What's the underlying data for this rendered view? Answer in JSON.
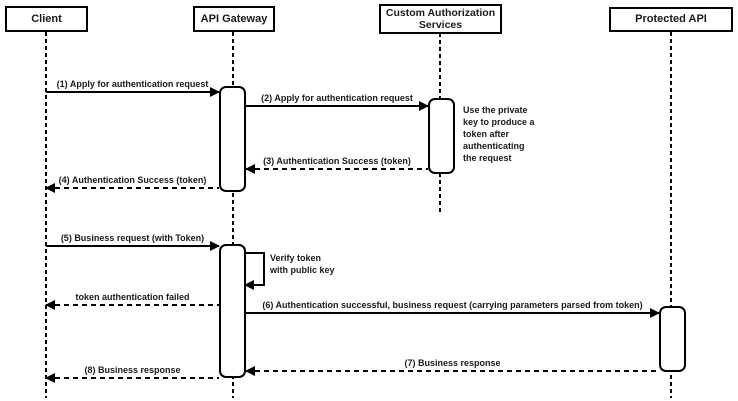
{
  "actors": [
    {
      "label": "Client"
    },
    {
      "label": "API Gateway"
    },
    {
      "label": "Custom Authorization Services"
    },
    {
      "label": "Protected API"
    }
  ],
  "messages": [
    {
      "label": "(1) Apply for authentication request",
      "from": "Client",
      "to": "API Gateway",
      "line": "solid",
      "direction": "right"
    },
    {
      "label": "(2) Apply for authentication request",
      "from": "API Gateway",
      "to": "Custom Authorization Services",
      "line": "solid",
      "direction": "right"
    },
    {
      "label": "(3) Authentication Success (token)",
      "from": "Custom Authorization Services",
      "to": "API Gateway",
      "line": "dashed",
      "direction": "left"
    },
    {
      "label": "(4) Authentication Success (token)",
      "from": "API Gateway",
      "to": "Client",
      "line": "dashed",
      "direction": "left"
    },
    {
      "label": "(5) Business request (with Token)",
      "from": "Client",
      "to": "API Gateway",
      "line": "solid",
      "direction": "right"
    },
    {
      "label": "token authentication failed",
      "from": "API Gateway",
      "to": "Client",
      "line": "dashed",
      "direction": "left"
    },
    {
      "label": "(6) Authentication successful, business request (carrying parameters parsed from token)",
      "from": "API Gateway",
      "to": "Protected API",
      "line": "solid",
      "direction": "right"
    },
    {
      "label": "(7) Business response",
      "from": "Protected API",
      "to": "API Gateway",
      "line": "dashed",
      "direction": "left"
    },
    {
      "label": "(8) Business response",
      "from": "API Gateway",
      "to": "Client",
      "line": "dashed",
      "direction": "left"
    }
  ],
  "self_message": {
    "actor": "API Gateway",
    "lines": [
      "Verify token",
      "with public key"
    ]
  },
  "note": {
    "actor": "Custom Authorization Services",
    "lines": [
      "Use the private",
      "key to produce a",
      "token after",
      "authenticating",
      "the request"
    ]
  },
  "colors": {
    "stroke": "#000000",
    "fill": "#ffffff",
    "text": "#1a1a1a",
    "background": "#ffffff"
  }
}
